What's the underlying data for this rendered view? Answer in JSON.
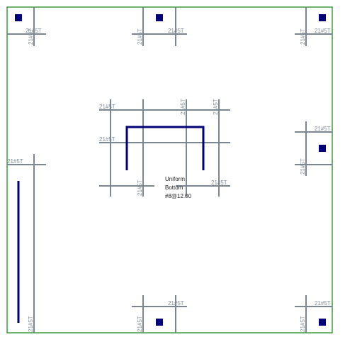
{
  "colors": {
    "slab_border": "#3c9a3c",
    "bar_line": "#7a8793",
    "bar_label": "#7f8c99",
    "column": "#00007a",
    "edge_bar": "#00007a",
    "note_text": "#222222"
  },
  "rebar_label": "21#5T",
  "note": {
    "line1": "Uniform",
    "line2": "Bottom",
    "line3": "#8@12.00"
  }
}
